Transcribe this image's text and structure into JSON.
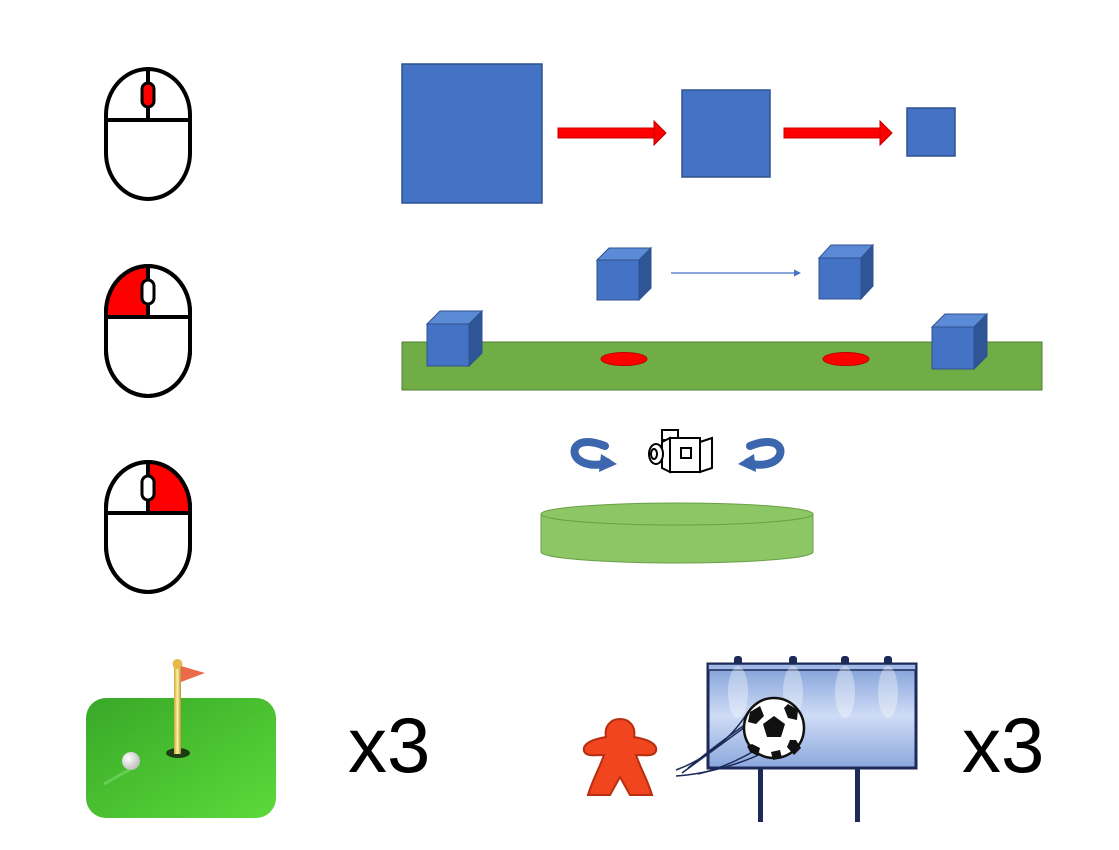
{
  "rows": [
    {
      "mouse_highlight": "scroll-wheel",
      "action": "zoom"
    },
    {
      "mouse_highlight": "left-button",
      "action": "move-object"
    },
    {
      "mouse_highlight": "right-button",
      "action": "rotate-camera"
    }
  ],
  "counters": {
    "golf": "x3",
    "billboard": "x3"
  },
  "colors": {
    "highlight_red": "#ff0000",
    "cube_blue": "#4472c4",
    "ground_green": "#70ad47",
    "platform_green": "#8cc665",
    "grass_green": "#4dbd2f"
  },
  "icons": [
    "mouse-icon",
    "camera-icon",
    "golf-hole-icon",
    "meeple-icon",
    "billboard-icon",
    "soccer-ball-icon"
  ]
}
